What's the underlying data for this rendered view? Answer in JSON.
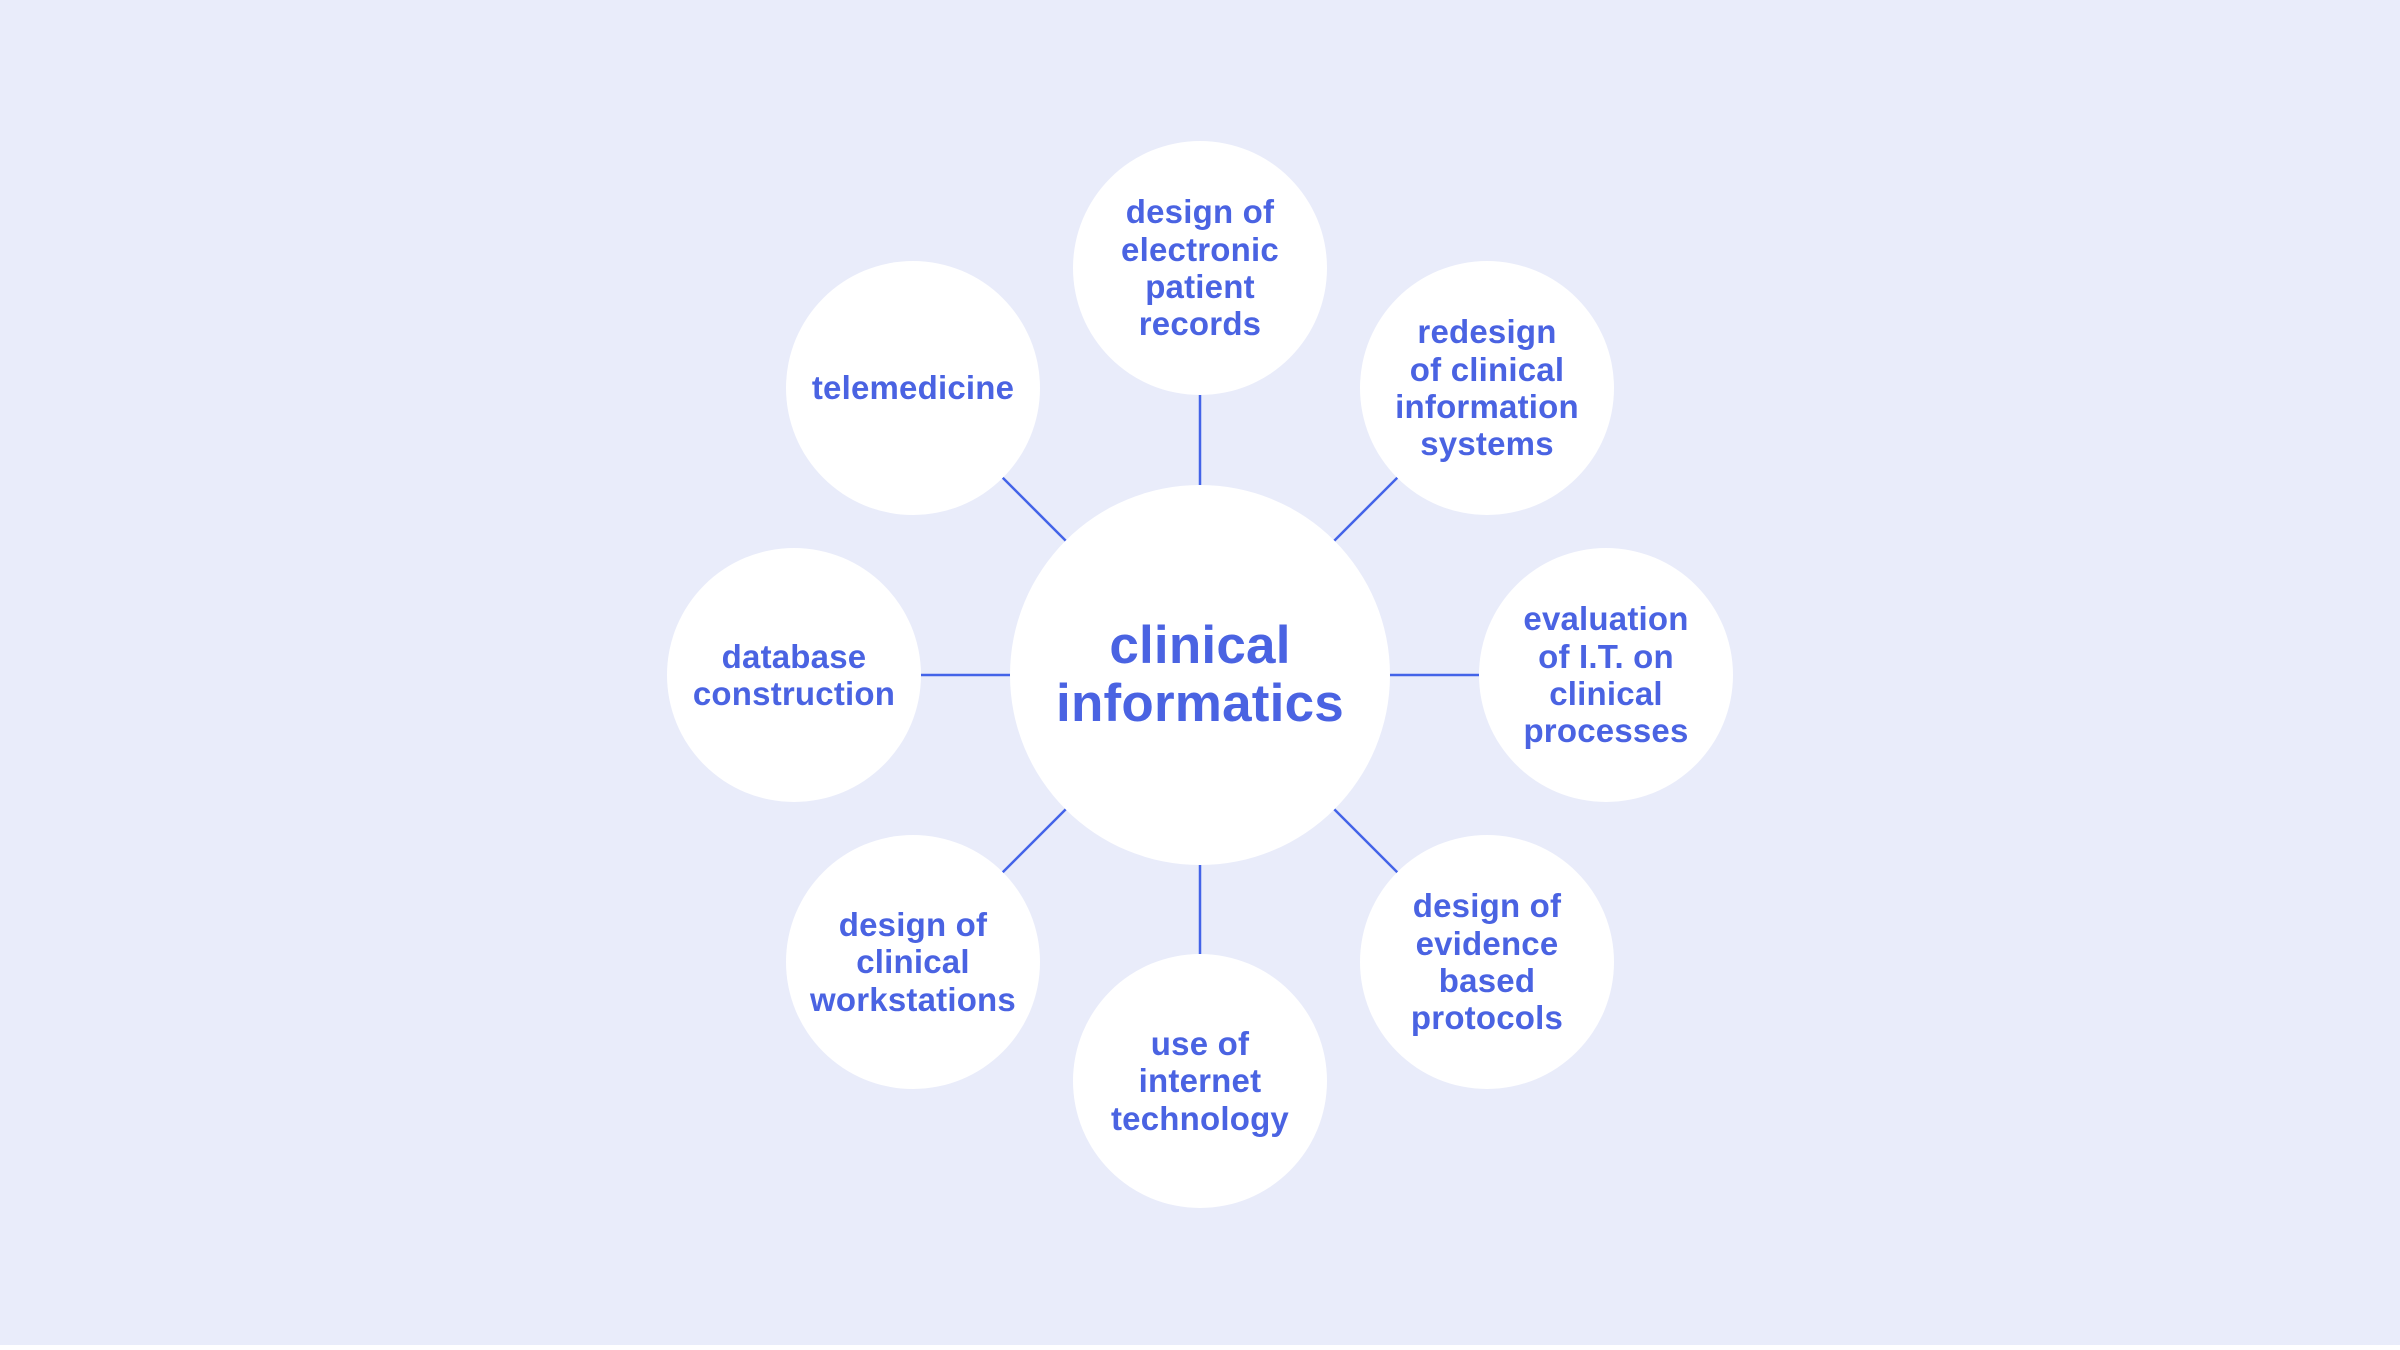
{
  "colors": {
    "bg": "#e9ecfa",
    "node-fill": "#ffffff",
    "text-accent": "#4a63e2",
    "connector": "#4363e8",
    "edge-strip": "#ffffff"
  },
  "diagram": {
    "center": {
      "label": "clinical\ninformatics"
    },
    "satellites": [
      {
        "position": "top",
        "label": "design of\nelectronic\npatient\nrecords"
      },
      {
        "position": "top-right",
        "label": "redesign\nof clinical\ninformation\nsystems"
      },
      {
        "position": "right",
        "label": "evaluation\nof I.T. on\nclinical\nprocesses"
      },
      {
        "position": "bottom-right",
        "label": "design of\nevidence\nbased\nprotocols"
      },
      {
        "position": "bottom",
        "label": "use of\ninternet\ntechnology"
      },
      {
        "position": "bottom-left",
        "label": "design of\nclinical\nworkstations"
      },
      {
        "position": "left",
        "label": "database\nconstruction"
      },
      {
        "position": "top-left",
        "label": "telemedicine"
      }
    ]
  }
}
